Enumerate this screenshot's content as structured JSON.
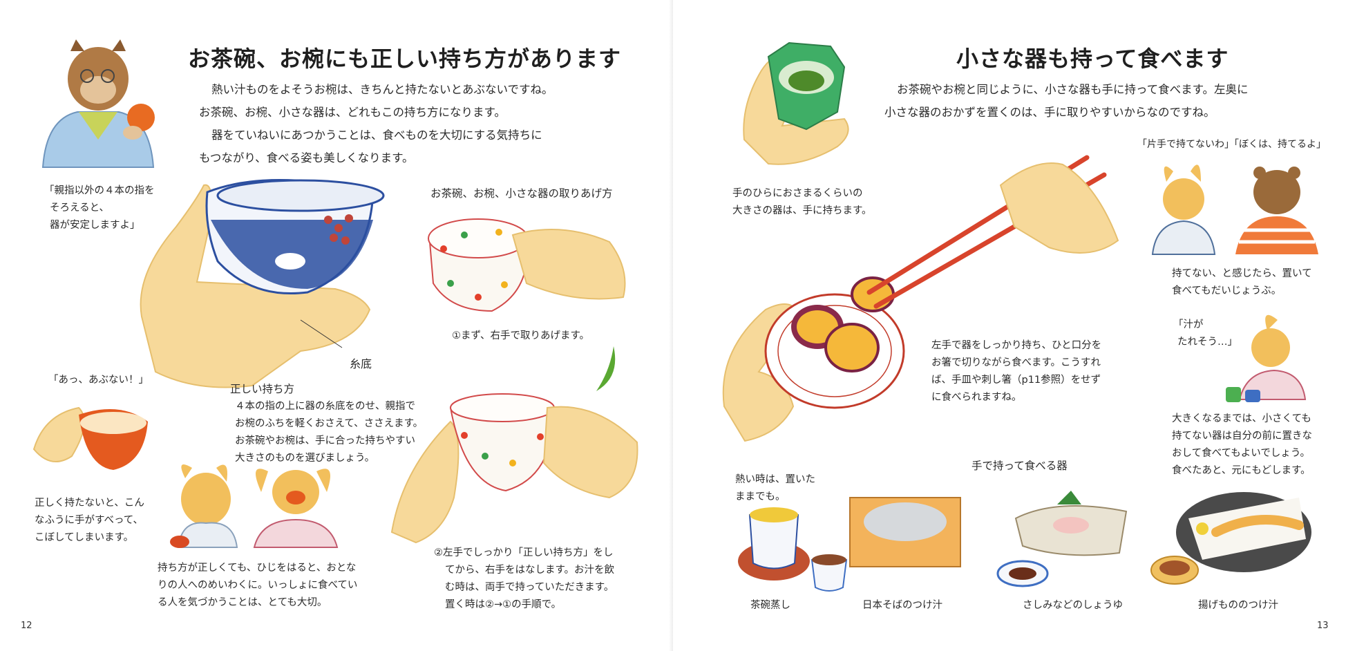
{
  "left_page": {
    "title": "お茶碗、お椀にも正しい持ち方があります",
    "intro_lines": [
      "熱い汁ものをよそうお椀は、きちんと持たないとあぶないですね。",
      "お茶碗、お椀、小さな器は、どれもこの持ち方になります。",
      "器をていねいにあつかうことは、食べものを大切にする気持ちに",
      "もつながり、食べる姿も美しくなります。"
    ],
    "speech_thumb": [
      "「親指以外の４本の指を",
      "そろえると、",
      "器が安定しますよ」"
    ],
    "pickup_heading": "お茶碗、お椀、小さな器の取りあげ方",
    "step1": "①まず、右手で取りあげます。",
    "itozoko_label": "糸底",
    "correct_heading": "正しい持ち方",
    "correct_lines": [
      "４本の指の上に器の糸底をのせ、親指で",
      "お椀のふちを軽くおさえて、ささえます。",
      "お茶碗やお椀は、手に合った持ちやすい",
      "大きさのものを選びましょう。"
    ],
    "danger_speech": "「あっ、あぶない！」",
    "slip_lines": [
      "正しく持たないと、こん",
      "なふうに手がすべって、",
      "こぼしてしまいます。"
    ],
    "elbow_lines": [
      "持ち方が正しくても、ひじをはると、おとな",
      "りの人へのめいわくに。いっしょに食べてい",
      "る人を気づかうことは、とても大切。"
    ],
    "step2_lines": [
      "②左手でしっかり「正しい持ち方」をし",
      "てから、右手をはなします。お汁を飲",
      "む時は、両手で持っていただきます。",
      "置く時は②→①の手順で。"
    ],
    "page_number": "12"
  },
  "right_page": {
    "title": "小さな器も持って食べます",
    "intro_lines": [
      "お茶碗やお椀と同じように、小さな器も手に持って食べます。左奥に",
      "小さな器のおかずを置くのは、手に取りやすいからなのですね。"
    ],
    "palm_caption": [
      "手のひらにおさまるくらいの",
      "大きさの器は、手に持ちます。"
    ],
    "speech_rabbit_bear": "「片手で持てないわ」「ぼくは、持てるよ」",
    "heavy_caption": [
      "持てない、と感じたら、置いて",
      "食べてもだいじょうぶ。"
    ],
    "drip_speech": [
      "「汁が",
      "たれそう…」"
    ],
    "left_hand_lines": [
      "左手で器をしっかり持ち、ひと口分を",
      "お箸で切りながら食べます。こうすれ",
      "ば、手皿や刺し箸（p11参照）をせず",
      "に食べられますね。"
    ],
    "growing_lines": [
      "大きくなるまでは、小さくても",
      "持てない器は自分の前に置きな",
      "おして食べてもよいでしょう。",
      "食べたあと、元にもどします。"
    ],
    "dishes_heading": "手で持って食べる器",
    "hot_note": [
      "熱い時は、置いた",
      "ままでも。"
    ],
    "dish_labels": [
      "茶碗蒸し",
      "日本そばのつけ汁",
      "さしみなどのしょうゆ",
      "揚げもののつけ汁"
    ],
    "page_number": "13"
  },
  "colors": {
    "hand": "#f7d99a",
    "bowl_blue": "#2c4fa0",
    "chopsticks": "#d8442c",
    "lacquer": "#d94a22",
    "cup_green": "#2f9e55"
  }
}
